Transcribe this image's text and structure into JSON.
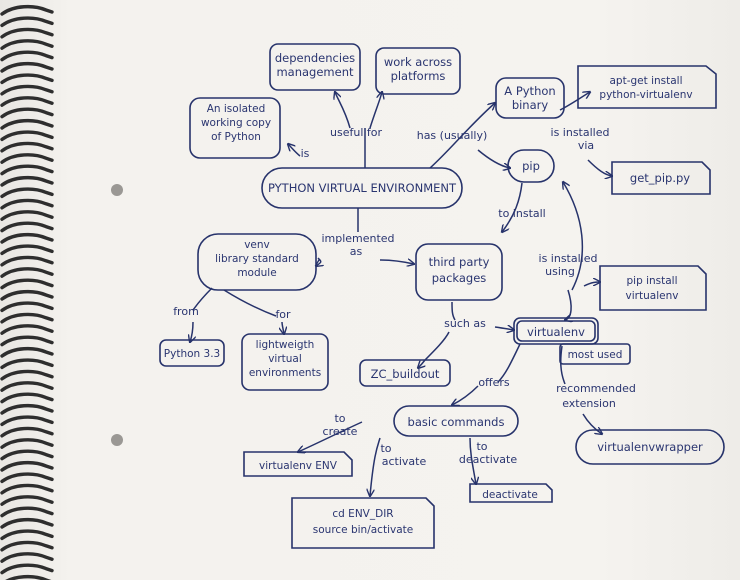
{
  "nodes": {
    "venv_main": "PYTHON VIRTUAL ENVIRONMENT",
    "deps": [
      "dependencies",
      "management"
    ],
    "platforms": [
      "work across",
      "platforms"
    ],
    "isolated": [
      "An isolated",
      "working copy",
      "of Python"
    ],
    "python_binary": [
      "A Python",
      "binary"
    ],
    "apt": [
      "apt-get install",
      "python-virtualenv"
    ],
    "pip": "pip",
    "get_pip": "get_pip.py",
    "venv_std": [
      "venv",
      "library standard",
      "module"
    ],
    "third_party": [
      "third party",
      "packages"
    ],
    "pip_install": [
      "pip install",
      "virtualenv"
    ],
    "python33": "Python 3.3",
    "lightweight": [
      "lightweigth",
      "virtual",
      "environments"
    ],
    "virtualenv": "virtualenv",
    "most_used": "most used",
    "zc": "ZC_buildout",
    "basic": "basic commands",
    "wrapper": "virtualenvwrapper",
    "venv_env": "virtualenv ENV",
    "cd": [
      "cd   ENV_DIR",
      "source bin/activate"
    ],
    "deactivate": "deactivate"
  },
  "labels": {
    "useful_for": "useful for",
    "is": "is",
    "has_usually": "has (usually)",
    "is_installed_via": [
      "is installed",
      "via"
    ],
    "to_install": "to install",
    "implemented_as": [
      "implemented",
      "as"
    ],
    "is_installed_using": [
      "is installed",
      "using"
    ],
    "from": "from",
    "for": "for",
    "such_as": "such as",
    "offers": "offers",
    "recommended_extension": [
      "recommended",
      "extension"
    ],
    "to_create": [
      "to",
      "create"
    ],
    "to_activate": [
      "to",
      "activate"
    ],
    "to_deactivate": [
      "to",
      "deactivate"
    ]
  }
}
